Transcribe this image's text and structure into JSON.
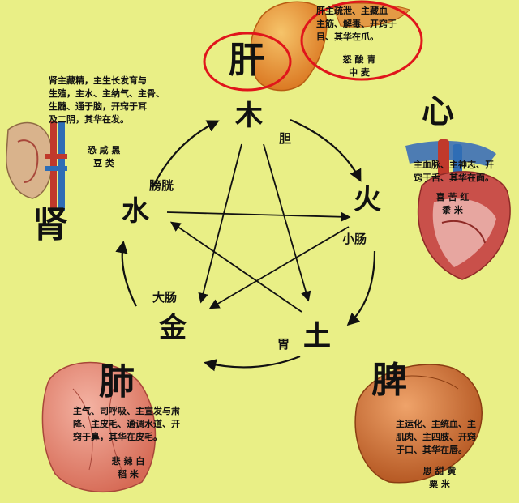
{
  "diagram": {
    "elements": {
      "wood": {
        "element": "木",
        "fu": "胆"
      },
      "fire": {
        "element": "火",
        "fu": "小肠"
      },
      "earth": {
        "element": "土",
        "fu": "胃"
      },
      "metal": {
        "element": "金",
        "fu": "大肠"
      },
      "water": {
        "element": "水",
        "fu": "膀胱"
      }
    },
    "organs": {
      "liver": {
        "name": "肝",
        "desc": "肝主疏泄、主藏血\n主筋、解毒、开窍于\n目、其华在爪。",
        "attributes": "怒 酸 青\n中 麦"
      },
      "heart": {
        "name": "心",
        "desc": "主血脉、主神志、开\n窍于舌、其华在面。",
        "attributes": "喜 苦 红\n黍 米"
      },
      "spleen": {
        "name": "脾",
        "desc": "主运化、主统血、主\n肌肉、主四肢、开窍\n于口、其华在唇。",
        "attributes": "思 甜 黄\n粟 米"
      },
      "lung": {
        "name": "肺",
        "desc": "主气、司呼吸、主宣发与肃\n降、主皮毛、通调水道、开\n窍于鼻，其华在皮毛。",
        "attributes": "悲 辣 白\n稻 米"
      },
      "kidney": {
        "name": "肾",
        "desc": "肾主藏精，主生长发育与\n生殖，主水、主纳气、主骨、\n生髓、通于脑，开窍于耳\n及二阴，其华在发。",
        "attributes": "恐 咸 黑\n豆 类"
      }
    },
    "colors": {
      "background": "#e9ef86",
      "highlight": "#e0151b",
      "arrow": "#111111",
      "liver_organ": "#e98a2a",
      "heart_organ": "#c33a3a",
      "spleen_organ": "#c9682c",
      "lung_organ": "#e78a78",
      "kidney_organ": "#d9b38c"
    },
    "icons": [
      "liver-illustration",
      "heart-illustration",
      "spleen-illustration",
      "lung-illustration",
      "kidney-illustration"
    ]
  }
}
